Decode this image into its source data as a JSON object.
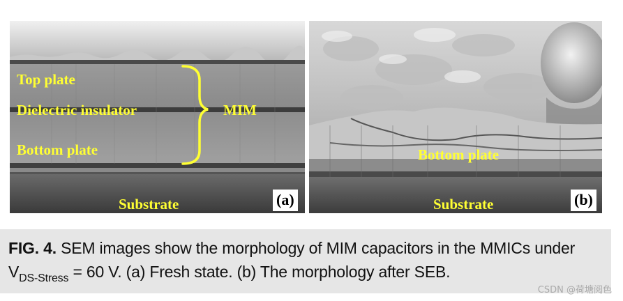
{
  "figure": {
    "panel_a": {
      "labels": {
        "top_plate": "Top plate",
        "dielectric": "Dielectric insulator",
        "mim": "MIM",
        "bottom_plate": "Bottom plate",
        "substrate": "Substrate"
      },
      "tag": "(a)"
    },
    "panel_b": {
      "labels": {
        "bottom_plate": "Bottom plate",
        "substrate": "Substrate"
      },
      "tag": "(b)"
    },
    "label_color": "#ffff33"
  },
  "caption": {
    "fig_label": "FIG. 4.",
    "line1_text": " SEM images show the morphology of MIM capacitors in the MMICs under",
    "var_main": "V",
    "var_sub": "DS-Stress",
    "line2_text": " = 60 V. (a) Fresh state. (b) The morphology after SEB."
  },
  "watermark": "CSDN @荷塘阅色"
}
